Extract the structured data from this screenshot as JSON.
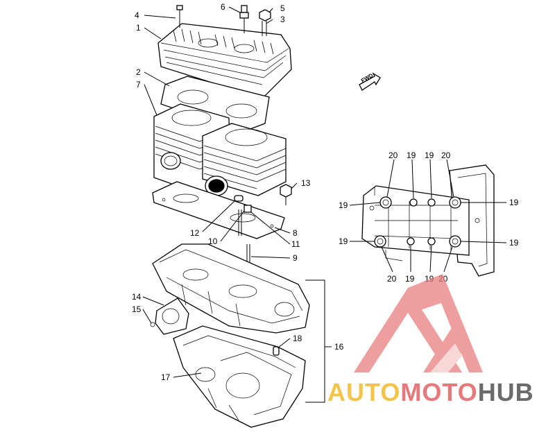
{
  "diagram": {
    "direction_label": "FWD",
    "callouts_main": [
      {
        "id": "c1",
        "label": "1"
      },
      {
        "id": "c2",
        "label": "2"
      },
      {
        "id": "c3",
        "label": "3"
      },
      {
        "id": "c4",
        "label": "4"
      },
      {
        "id": "c5",
        "label": "5"
      },
      {
        "id": "c6",
        "label": "6"
      },
      {
        "id": "c7",
        "label": "7"
      },
      {
        "id": "c8",
        "label": "8"
      },
      {
        "id": "c9",
        "label": "9"
      },
      {
        "id": "c10",
        "label": "10"
      },
      {
        "id": "c11",
        "label": "11"
      },
      {
        "id": "c12",
        "label": "12"
      },
      {
        "id": "c13",
        "label": "13"
      },
      {
        "id": "c14",
        "label": "14"
      },
      {
        "id": "c15",
        "label": "15"
      },
      {
        "id": "c16",
        "label": "16"
      },
      {
        "id": "c17",
        "label": "17"
      },
      {
        "id": "c18",
        "label": "18"
      }
    ],
    "callouts_detail": [
      {
        "id": "d1",
        "label": "20"
      },
      {
        "id": "d2",
        "label": "19"
      },
      {
        "id": "d3",
        "label": "19"
      },
      {
        "id": "d4",
        "label": "20"
      },
      {
        "id": "d5",
        "label": "19"
      },
      {
        "id": "d6",
        "label": "19"
      },
      {
        "id": "d7",
        "label": "19"
      },
      {
        "id": "d8",
        "label": "19"
      },
      {
        "id": "d9",
        "label": "20"
      },
      {
        "id": "d10",
        "label": "19"
      },
      {
        "id": "d11",
        "label": "19"
      },
      {
        "id": "d12",
        "label": "20"
      }
    ]
  },
  "watermark": {
    "word_part1": "AUTO",
    "word_part2": "MOTO",
    "word_part3": "HUB",
    "color_part1": "#f4c44a",
    "color_part2": "#e8797a",
    "color_part3": "#6b6b6b"
  }
}
